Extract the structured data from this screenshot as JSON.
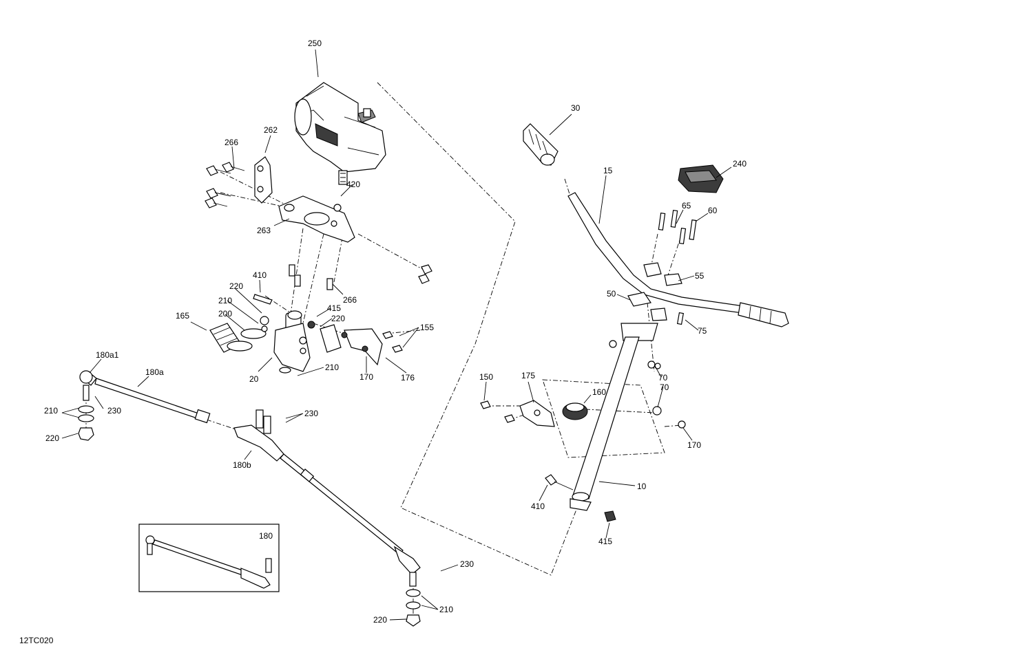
{
  "drawing_code": "12TC020",
  "callouts": [
    {
      "id": "250",
      "label": "250"
    },
    {
      "id": "262",
      "label": "262"
    },
    {
      "id": "266a",
      "label": "266"
    },
    {
      "id": "420",
      "label": "420"
    },
    {
      "id": "263",
      "label": "263"
    },
    {
      "id": "410a",
      "label": "410"
    },
    {
      "id": "220a",
      "label": "220"
    },
    {
      "id": "266b",
      "label": "266"
    },
    {
      "id": "210a",
      "label": "210"
    },
    {
      "id": "415a",
      "label": "415"
    },
    {
      "id": "220b",
      "label": "220"
    },
    {
      "id": "165",
      "label": "165"
    },
    {
      "id": "200",
      "label": "200"
    },
    {
      "id": "155",
      "label": "155"
    },
    {
      "id": "180a1",
      "label": "180a1"
    },
    {
      "id": "180a",
      "label": "180a"
    },
    {
      "id": "20",
      "label": "20"
    },
    {
      "id": "210b",
      "label": "210"
    },
    {
      "id": "170a",
      "label": "170"
    },
    {
      "id": "176",
      "label": "176"
    },
    {
      "id": "210c",
      "label": "210"
    },
    {
      "id": "230a",
      "label": "230"
    },
    {
      "id": "220c",
      "label": "220"
    },
    {
      "id": "230b",
      "label": "230"
    },
    {
      "id": "180b",
      "label": "180b"
    },
    {
      "id": "180",
      "label": "180"
    },
    {
      "id": "230c",
      "label": "230"
    },
    {
      "id": "210d",
      "label": "210"
    },
    {
      "id": "220d",
      "label": "220"
    },
    {
      "id": "30",
      "label": "30"
    },
    {
      "id": "15",
      "label": "15"
    },
    {
      "id": "240",
      "label": "240"
    },
    {
      "id": "65",
      "label": "65"
    },
    {
      "id": "60",
      "label": "60"
    },
    {
      "id": "55",
      "label": "55"
    },
    {
      "id": "50",
      "label": "50"
    },
    {
      "id": "75",
      "label": "75"
    },
    {
      "id": "150",
      "label": "150"
    },
    {
      "id": "175",
      "label": "175"
    },
    {
      "id": "160",
      "label": "160"
    },
    {
      "id": "70a",
      "label": "70"
    },
    {
      "id": "70b",
      "label": "70"
    },
    {
      "id": "170b",
      "label": "170"
    },
    {
      "id": "10",
      "label": "10"
    },
    {
      "id": "410b",
      "label": "410"
    },
    {
      "id": "415b",
      "label": "415"
    }
  ]
}
